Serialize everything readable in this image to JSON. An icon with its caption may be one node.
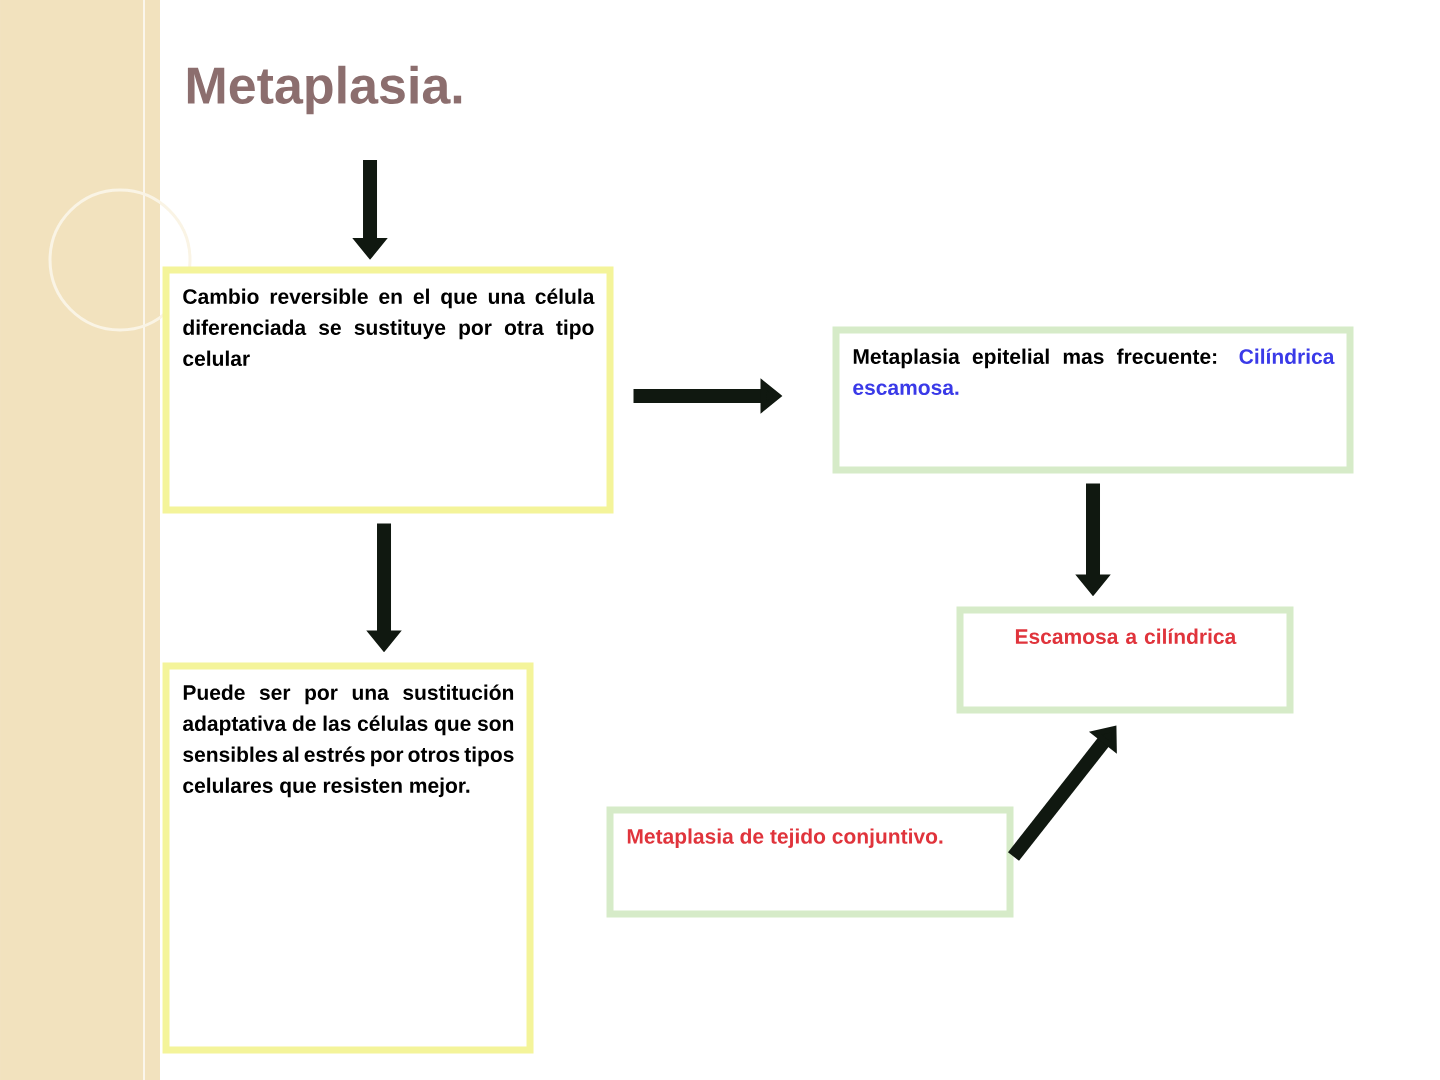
{
  "diagram": {
    "title": "Metaplasia.",
    "nodes": [
      {
        "text": [
          "Cambio reversible en el que una célula diferenciada se sustituye por otra tipo celular"
        ]
      },
      {
        "text": [
          "Puede ser por una sustitución adaptativa de las células que son sensibles al estrés por otros tipos celulares que resisten mejor."
        ]
      },
      {
        "text": [
          "Metaplasia epitelial mas frecuente:",
          "Cilíndrica escamosa."
        ]
      },
      {
        "text": [
          "Escamosa a cilíndrica"
        ]
      },
      {
        "text": [
          "Metaplasia de tejido conjuntivo."
        ]
      }
    ],
    "edges": [
      {
        "from": null,
        "to": 0,
        "arrow": "to"
      },
      {
        "from": 0,
        "to": 1,
        "arrow": "to"
      },
      {
        "from": 0,
        "to": 2,
        "arrow": "to"
      },
      {
        "from": 2,
        "to": 3,
        "arrow": "to"
      },
      {
        "from": 4,
        "to": 3,
        "arrow": "to"
      }
    ]
  }
}
